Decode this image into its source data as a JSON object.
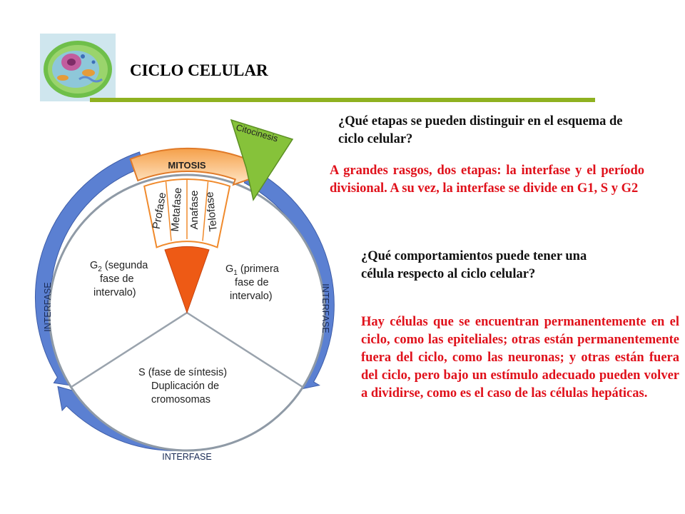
{
  "title": "CICLO CELULAR",
  "colors": {
    "title_rule": "#8fb120",
    "answer_text": "#e0111b",
    "question_text": "#111111",
    "interphase_arrow": "#5b80d2",
    "mitosis_band": "#f08a2c",
    "cytokinesis": "#86c23a",
    "wedge": "#ee5a15"
  },
  "logo": {
    "icon": "cell-illustration-icon"
  },
  "diagram": {
    "mitosis_label": "MITOSIS",
    "cytokinesis_label": "Citocinesis",
    "phases": [
      "Profase",
      "Metafase",
      "Anafase",
      "Telofase"
    ],
    "g2": {
      "label": "G",
      "sub": "2",
      "rest": " (segunda",
      "line2": "fase de",
      "line3": "intervalo)"
    },
    "g1": {
      "label": "G",
      "sub": "1",
      "rest": " (primera",
      "line2": "fase de",
      "line3": "intervalo)"
    },
    "s": {
      "line1": "S (fase de síntesis)",
      "line2": "Duplicación de",
      "line3": "cromosomas"
    },
    "interphase_left": "INTERFASE",
    "interphase_right": "INTERFASE",
    "interphase_bottom": "INTERFASE"
  },
  "qa": [
    {
      "question": "¿Qué etapas se pueden distinguir en el esquema de ciclo celular?",
      "answer": "A grandes rasgos, dos etapas: la interfase y el período divisional. A su vez, la interfase se divide en G1, S y G2"
    },
    {
      "question": "¿Qué comportamientos puede tener una célula respecto al ciclo celular?",
      "answer": "Hay células que se encuentran permanentemente en el ciclo, como las epiteliales; otras están permanentemente fuera del ciclo, como las neuronas; y otras están fuera del ciclo, pero bajo un estímulo adecuado pueden volver a dividirse, como es el caso de las células hepáticas."
    }
  ]
}
